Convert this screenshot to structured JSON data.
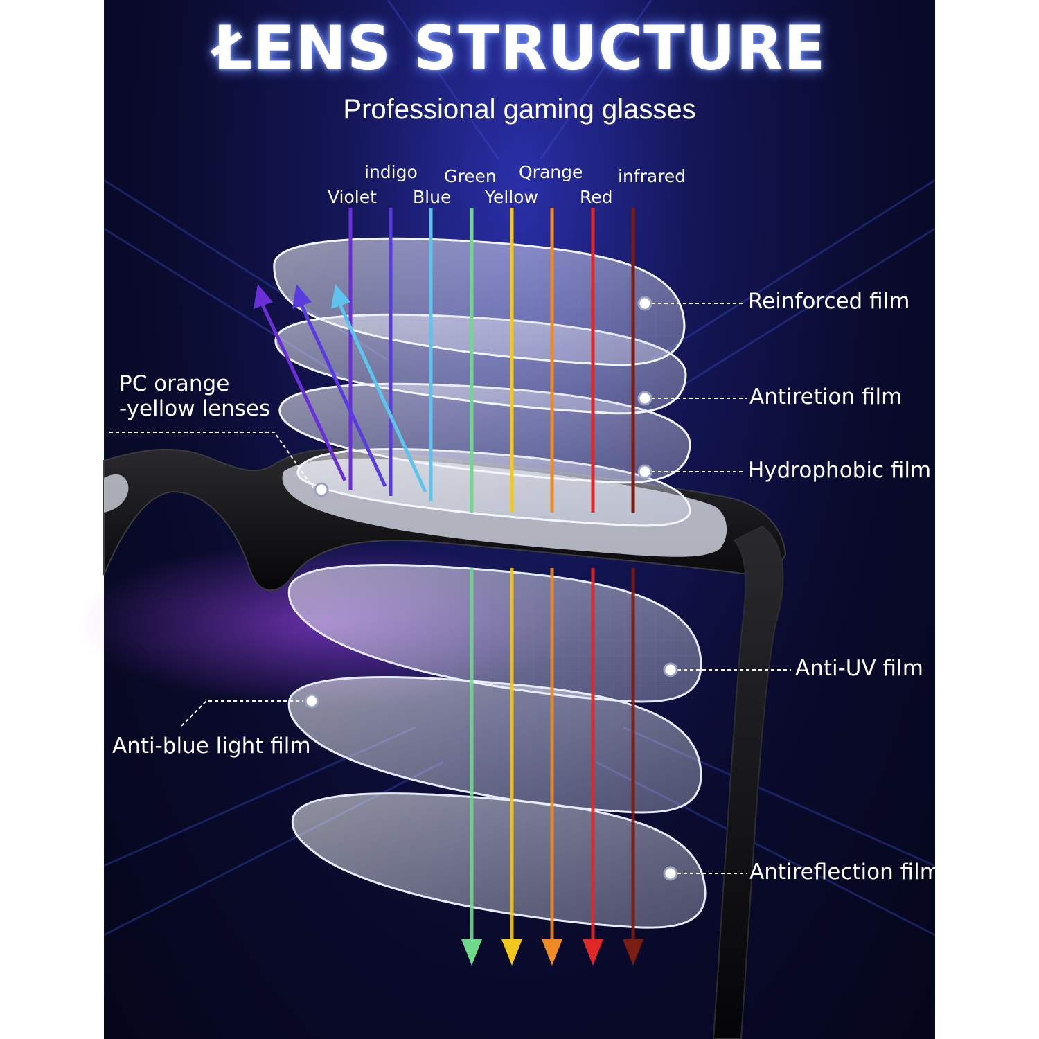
{
  "header": {
    "title": "ŁENS STRUCTURE",
    "subtitle": "Professional gaming glasses"
  },
  "wavelengths": [
    {
      "label": "Violet",
      "color": "#6a2fd6"
    },
    {
      "label": "indigo",
      "color": "#5a3be0"
    },
    {
      "label": "Blue",
      "color": "#5cc4ee"
    },
    {
      "label": "Green",
      "color": "#6fd88a"
    },
    {
      "label": "Yellow",
      "color": "#f2c81e"
    },
    {
      "label": "Qrange",
      "color": "#f08a25"
    },
    {
      "label": "Red",
      "color": "#e02828"
    },
    {
      "label": "infrared",
      "color": "#7a1d12"
    }
  ],
  "films": {
    "reinforced": "Reinforced film",
    "antiretion": "Antiretion film",
    "hydrophobic": "Hydrophobic film",
    "anti_uv": "Anti-UV film",
    "antireflection": "Antireflection film",
    "pc_lenses": "PC orange\n-yellow lenses",
    "anti_blue": "Anti-blue light film"
  }
}
